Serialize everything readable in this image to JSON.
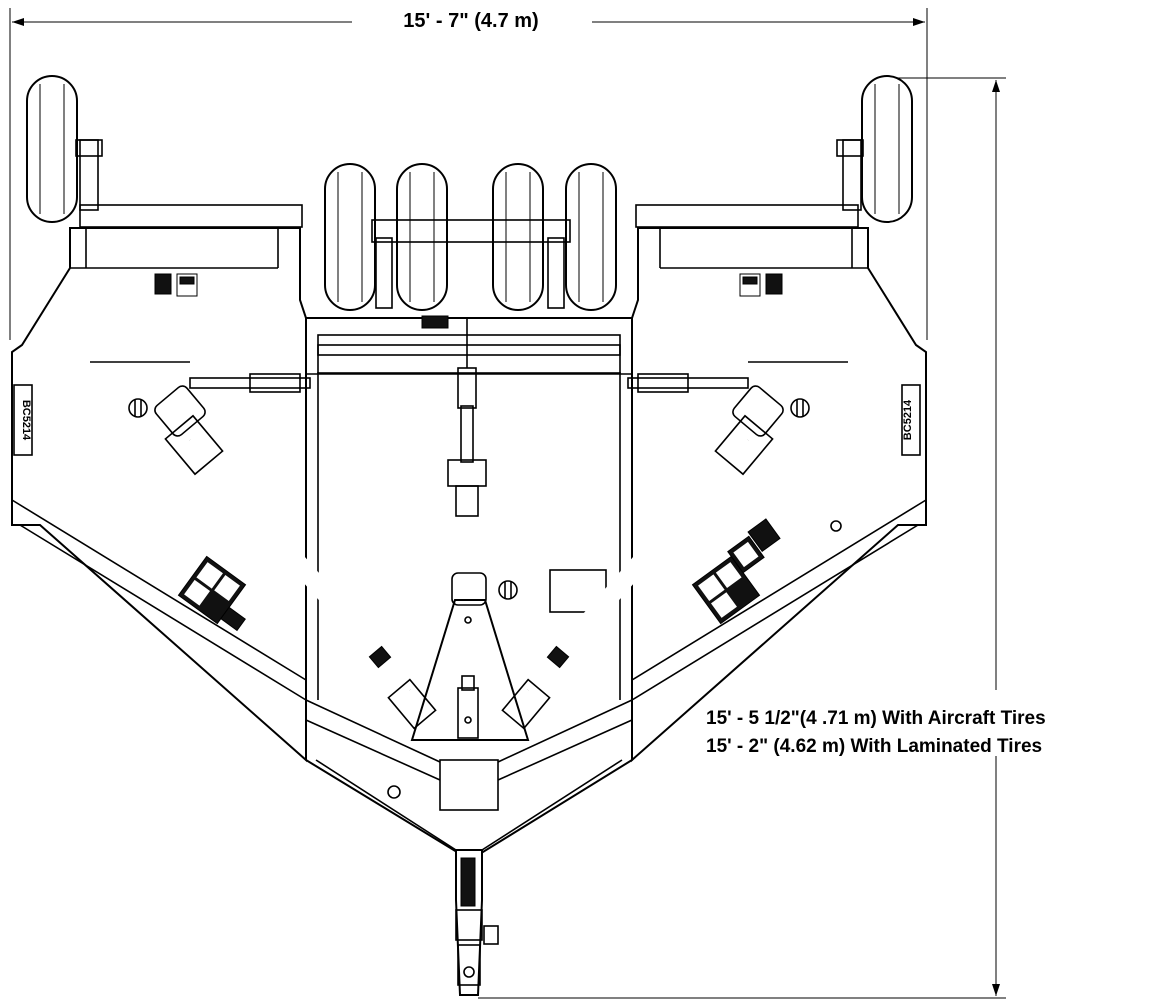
{
  "dimensions": {
    "width_label": "15' - 7\" (4.7 m)",
    "length_aircraft": "15' - 5 1/2\"(4 .71 m) With Aircraft Tires",
    "length_laminated": "15' - 2\" (4.62 m) With Laminated Tires"
  },
  "decals": {
    "left_side": "BC5214",
    "right_side": "BC5214"
  },
  "colors": {
    "line": "#000000",
    "background": "#ffffff"
  }
}
